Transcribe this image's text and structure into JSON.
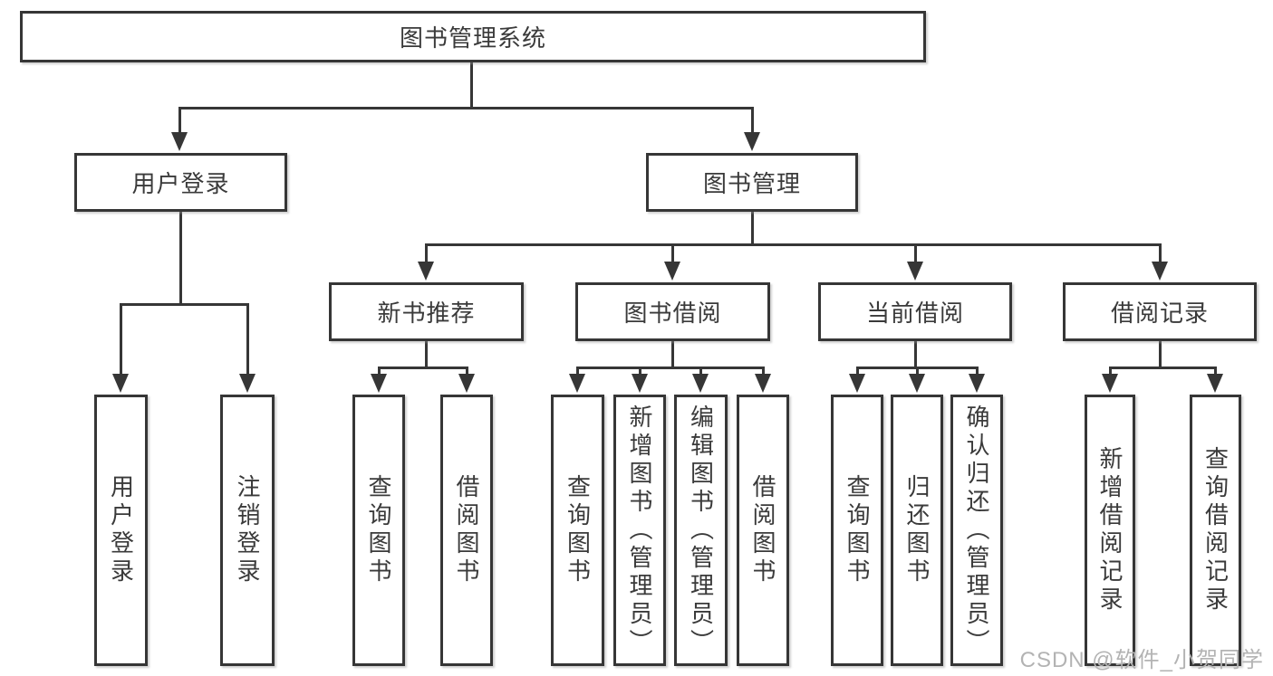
{
  "diagram": {
    "type": "tree-structure-diagram",
    "root": "图书管理系统",
    "level2": {
      "user_login": "用户登录",
      "book_management": "图书管理"
    },
    "level3": {
      "new_books": "新书推荐",
      "borrowing": "图书借阅",
      "current": "当前借阅",
      "records": "借阅记录"
    },
    "groups": {
      "user_login": [
        "用户登录",
        "注销登录"
      ],
      "new_books": [
        "查询图书",
        "借阅图书"
      ],
      "borrowing": [
        "查询图书",
        "新增图书（管理员）",
        "编辑图书（管理员）",
        "借阅图书"
      ],
      "current": [
        "查询图书",
        "归还图书",
        "确认归还（管理员）"
      ],
      "records": [
        "新增借阅记录",
        "查询借阅记录"
      ]
    },
    "watermark": "CSDN @软件_小贺同学",
    "colors": {
      "line": "#363636",
      "text": "#3a3a3a",
      "watermark": "#b3b3b3",
      "background": "#ffffff"
    }
  }
}
